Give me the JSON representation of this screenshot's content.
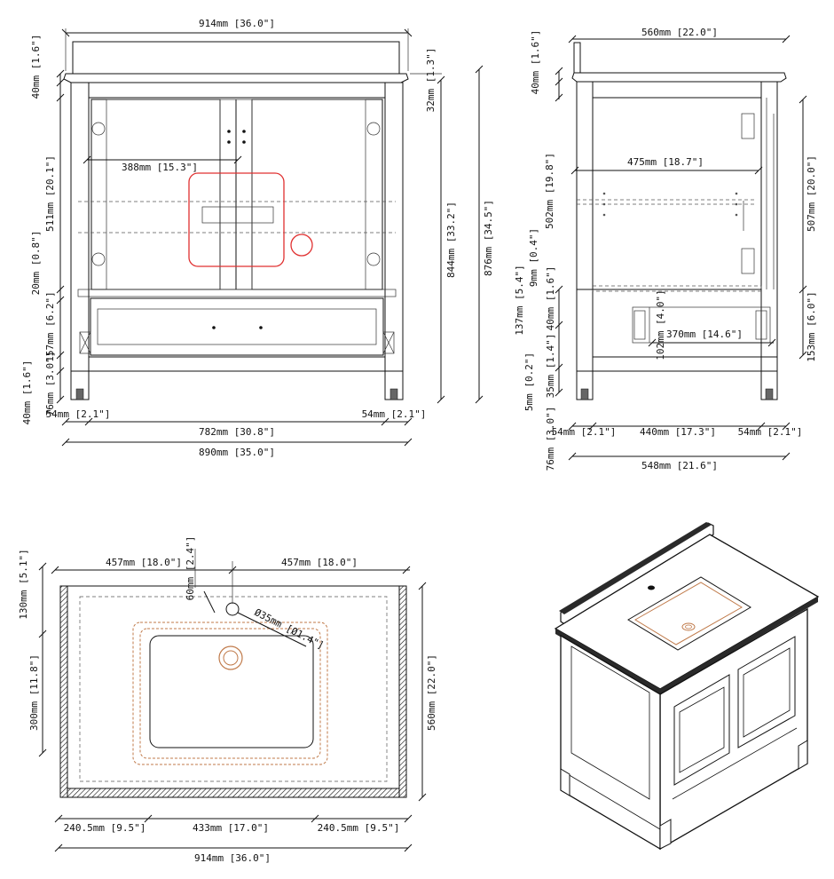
{
  "front_view": {
    "overall_width": "914mm [36.0\"]",
    "top_thickness": "40mm [1.6\"]",
    "backsplash_gap": "32mm [1.3\"]",
    "door_opening_height": "511mm [20.1\"]",
    "shelf_thickness": "20mm [0.8\"]",
    "drawer_height": "157mm [6.2\"]",
    "bottom_rail": "40mm [1.6\"]",
    "toe_kick": "76mm [3.0\"]",
    "door_width": "388mm [15.3\"]",
    "cabinet_height": "844mm [33.2\"]",
    "overall_height": "876mm [34.5\"]",
    "left_leg": "54mm [2.1\"]",
    "right_leg": "54mm [2.1\"]",
    "inner_width": "782mm [30.8\"]",
    "cabinet_width": "890mm [35.0\"]"
  },
  "side_view": {
    "overall_depth": "560mm [22.0\"]",
    "top_thickness": "40mm [1.6\"]",
    "opening_height": "502mm [19.8\"]",
    "inner_depth": "475mm [18.7\"]",
    "right_height": "507mm [20.0\"]",
    "shelf_gap": "9mm [0.4\"]",
    "drawer_zone": "137mm [5.4\"]",
    "rail": "40mm [1.6\"]",
    "drawer_box_height": "102mm [4.0\"]",
    "drawer_box_depth": "370mm [14.6\"]",
    "drawer_right": "153mm [6.0\"]",
    "small_gap": "5mm [0.2\"]",
    "base_rail": "35mm [1.4\"]",
    "toe_kick": "76mm [3.0\"]",
    "front_leg": "54mm [2.1\"]",
    "inner_span": "440mm [17.3\"]",
    "rear_leg": "54mm [2.1\"]",
    "cabinet_depth": "548mm [21.6\"]"
  },
  "top_view": {
    "left_half": "457mm [18.0\"]",
    "right_half": "457mm [18.0\"]",
    "faucet_offset": "60mm [2.4\"]",
    "back_offset": "130mm [5.1\"]",
    "sink_depth": "300mm [11.8\"]",
    "faucet_hole": "Ø35mm [Ø1.4\"]",
    "overall_depth": "560mm [22.0\"]",
    "left_margin": "240.5mm [9.5\"]",
    "sink_width": "433mm [17.0\"]",
    "right_margin": "240.5mm [9.5\"]",
    "overall_width": "914mm [36.0\"]"
  },
  "colors": {
    "line": "#111111",
    "highlight_red": "#e03030",
    "sink_copper": "#c07a4a",
    "countertop_dark": "#2a2a2a"
  }
}
